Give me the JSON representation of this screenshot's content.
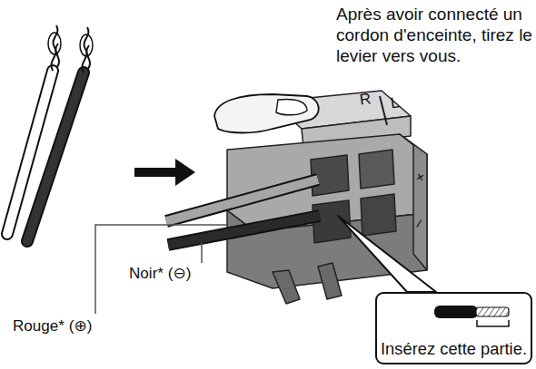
{
  "diagram": {
    "nodes": [
      {
        "text": [
          "Insérez cette partie."
        ]
      }
    ],
    "labels": [
      "Après avoir connecté un cordon d'enceinte, tirez le levier vers vous.",
      "R",
      "L",
      "+",
      "–",
      "Noir* (⊖)",
      "Rouge* (⊕)"
    ]
  }
}
